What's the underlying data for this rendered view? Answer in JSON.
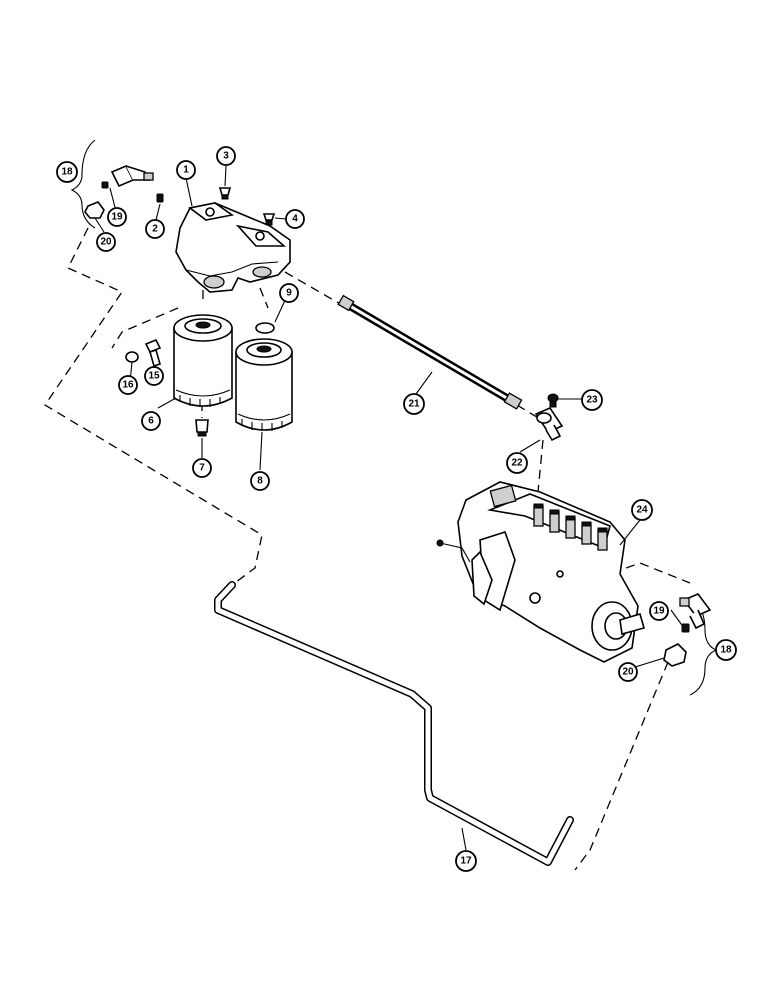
{
  "callouts": {
    "c1": "1",
    "c2": "2",
    "c3": "3",
    "c4": "4",
    "c6": "6",
    "c7": "7",
    "c8": "8",
    "c9": "9",
    "c15": "15",
    "c16": "16",
    "c17": "17",
    "c18a": "18",
    "c18b": "18",
    "c19a": "19",
    "c19b": "19",
    "c20a": "20",
    "c20b": "20",
    "c21": "21",
    "c22": "22",
    "c23": "23",
    "c24": "24"
  }
}
